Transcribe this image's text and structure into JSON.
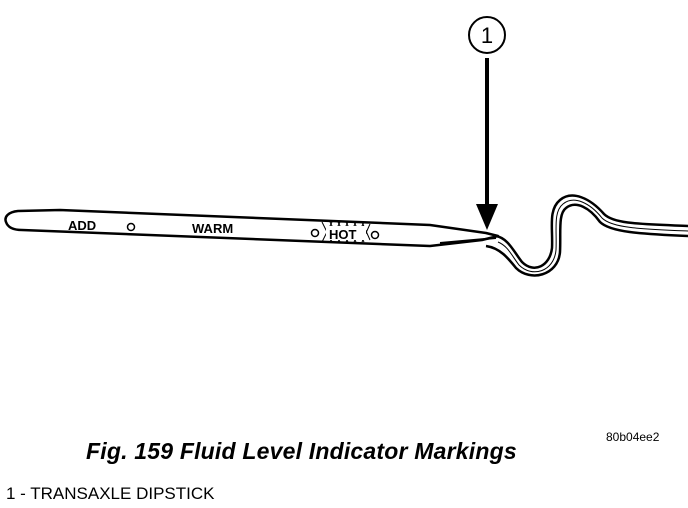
{
  "diagram": {
    "callout_number": "1",
    "markings": {
      "add": "ADD",
      "warm": "WARM",
      "hot": "HOT"
    }
  },
  "caption": {
    "title": "Fig. 159 Fluid Level Indicator Markings",
    "ref_code": "80b04ee2"
  },
  "legend": {
    "item_1": "1 - TRANSAXLE DIPSTICK"
  }
}
